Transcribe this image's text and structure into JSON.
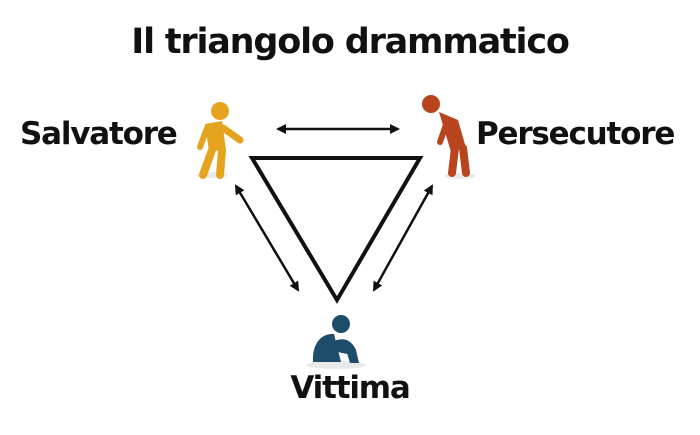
{
  "title": "Il triangolo drammatico",
  "roles": {
    "rescuer": {
      "label": "Salvatore",
      "color": "#e5a31e"
    },
    "persecutor": {
      "label": "Persecutore",
      "color": "#b8451e"
    },
    "victim": {
      "label": "Vittima",
      "color": "#1d4d6b"
    }
  },
  "colors": {
    "stroke": "#111111"
  },
  "icons": [
    "rescuer-figure-icon",
    "persecutor-figure-icon",
    "victim-figure-icon"
  ]
}
